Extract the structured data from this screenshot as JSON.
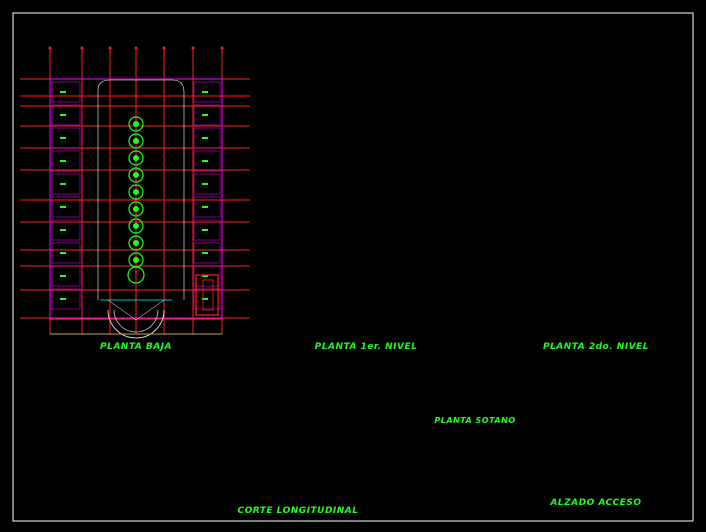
{
  "drawing": {
    "labels": {
      "planta_baja": "PLANTA BAJA",
      "planta_1er_nivel": "PLANTA 1er. NIVEL",
      "planta_2do_nivel": "PLANTA 2do. NIVEL",
      "planta_sotano": "PLANTA SOTANO",
      "corte_longitudinal": "CORTE LONGITUDINAL",
      "alzado_acceso": "ALZADO ACCESO"
    },
    "colors": {
      "background": "#000000",
      "frame": "#ffffff",
      "grid": "#ff1e1e",
      "walls": "#ff00ff",
      "blue_walls": "#3a3aff",
      "furniture": "#1eff1e",
      "cyan": "#00ffff",
      "white_lines": "#ffffff"
    }
  }
}
